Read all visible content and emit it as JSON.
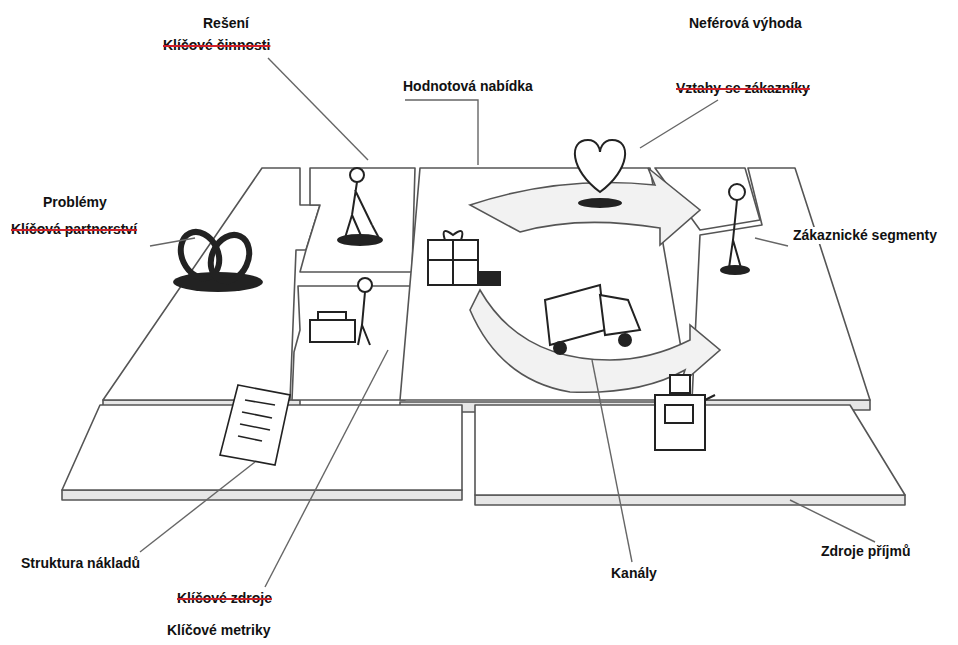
{
  "diagram": {
    "labels": [
      "Rešení",
      "Klíčové činnosti",
      "Neférová výhoda",
      "Vztahy se zákazníky",
      "Hodnotová nabídka",
      "Problémy",
      "Klíčová partnerství",
      "Zákaznické segmenty",
      "Struktura nákladů",
      "Zdroje příjmů",
      "Kanály",
      "Klíčové zdroje",
      "Klíčové metriky"
    ]
  }
}
